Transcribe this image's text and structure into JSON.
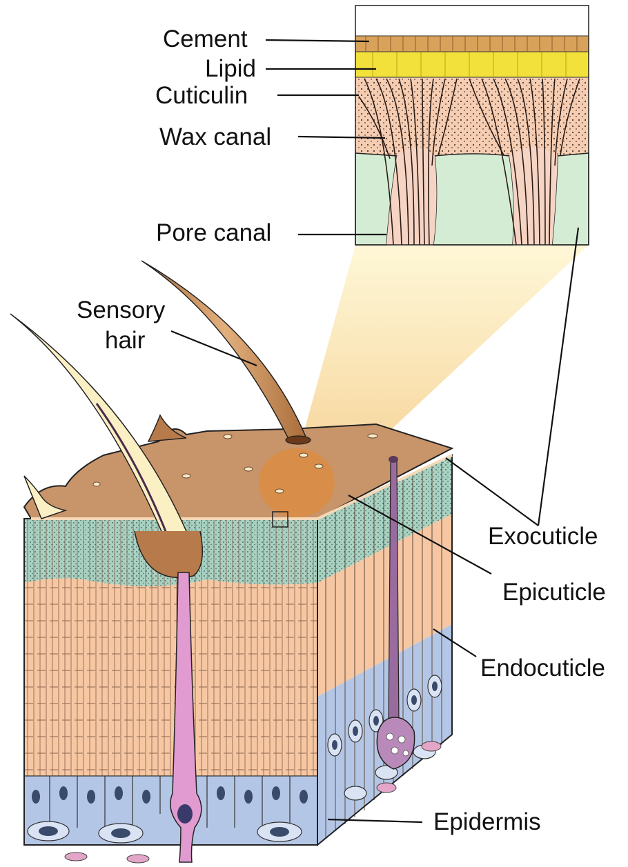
{
  "labels": {
    "cement": "Cement",
    "lipid": "Lipid",
    "cuticulin": "Cuticulin",
    "wax_canal": "Wax canal",
    "pore_canal": "Pore canal",
    "sensory_hair_line1": "Sensory",
    "sensory_hair_line2": "hair",
    "exocuticle": "Exocuticle",
    "epicuticle": "Epicuticle",
    "endocuticle": "Endocuticle",
    "epidermis": "Epidermis"
  },
  "colors": {
    "cement": "#d9a25a",
    "lipid": "#f2e13a",
    "cuticulin": "#f4cdb3",
    "pore_region": "#d4ecd4",
    "exocuticle": "#a9d1c2",
    "endocuticle": "#f6c7a2",
    "epidermis": "#b4c6e6",
    "surface": "#c8946a",
    "hair": "#c88d55",
    "sensory_neuron": "#e19bd1",
    "gland": "#9a6b9e",
    "zoom_cone": "#fdf2c0"
  }
}
